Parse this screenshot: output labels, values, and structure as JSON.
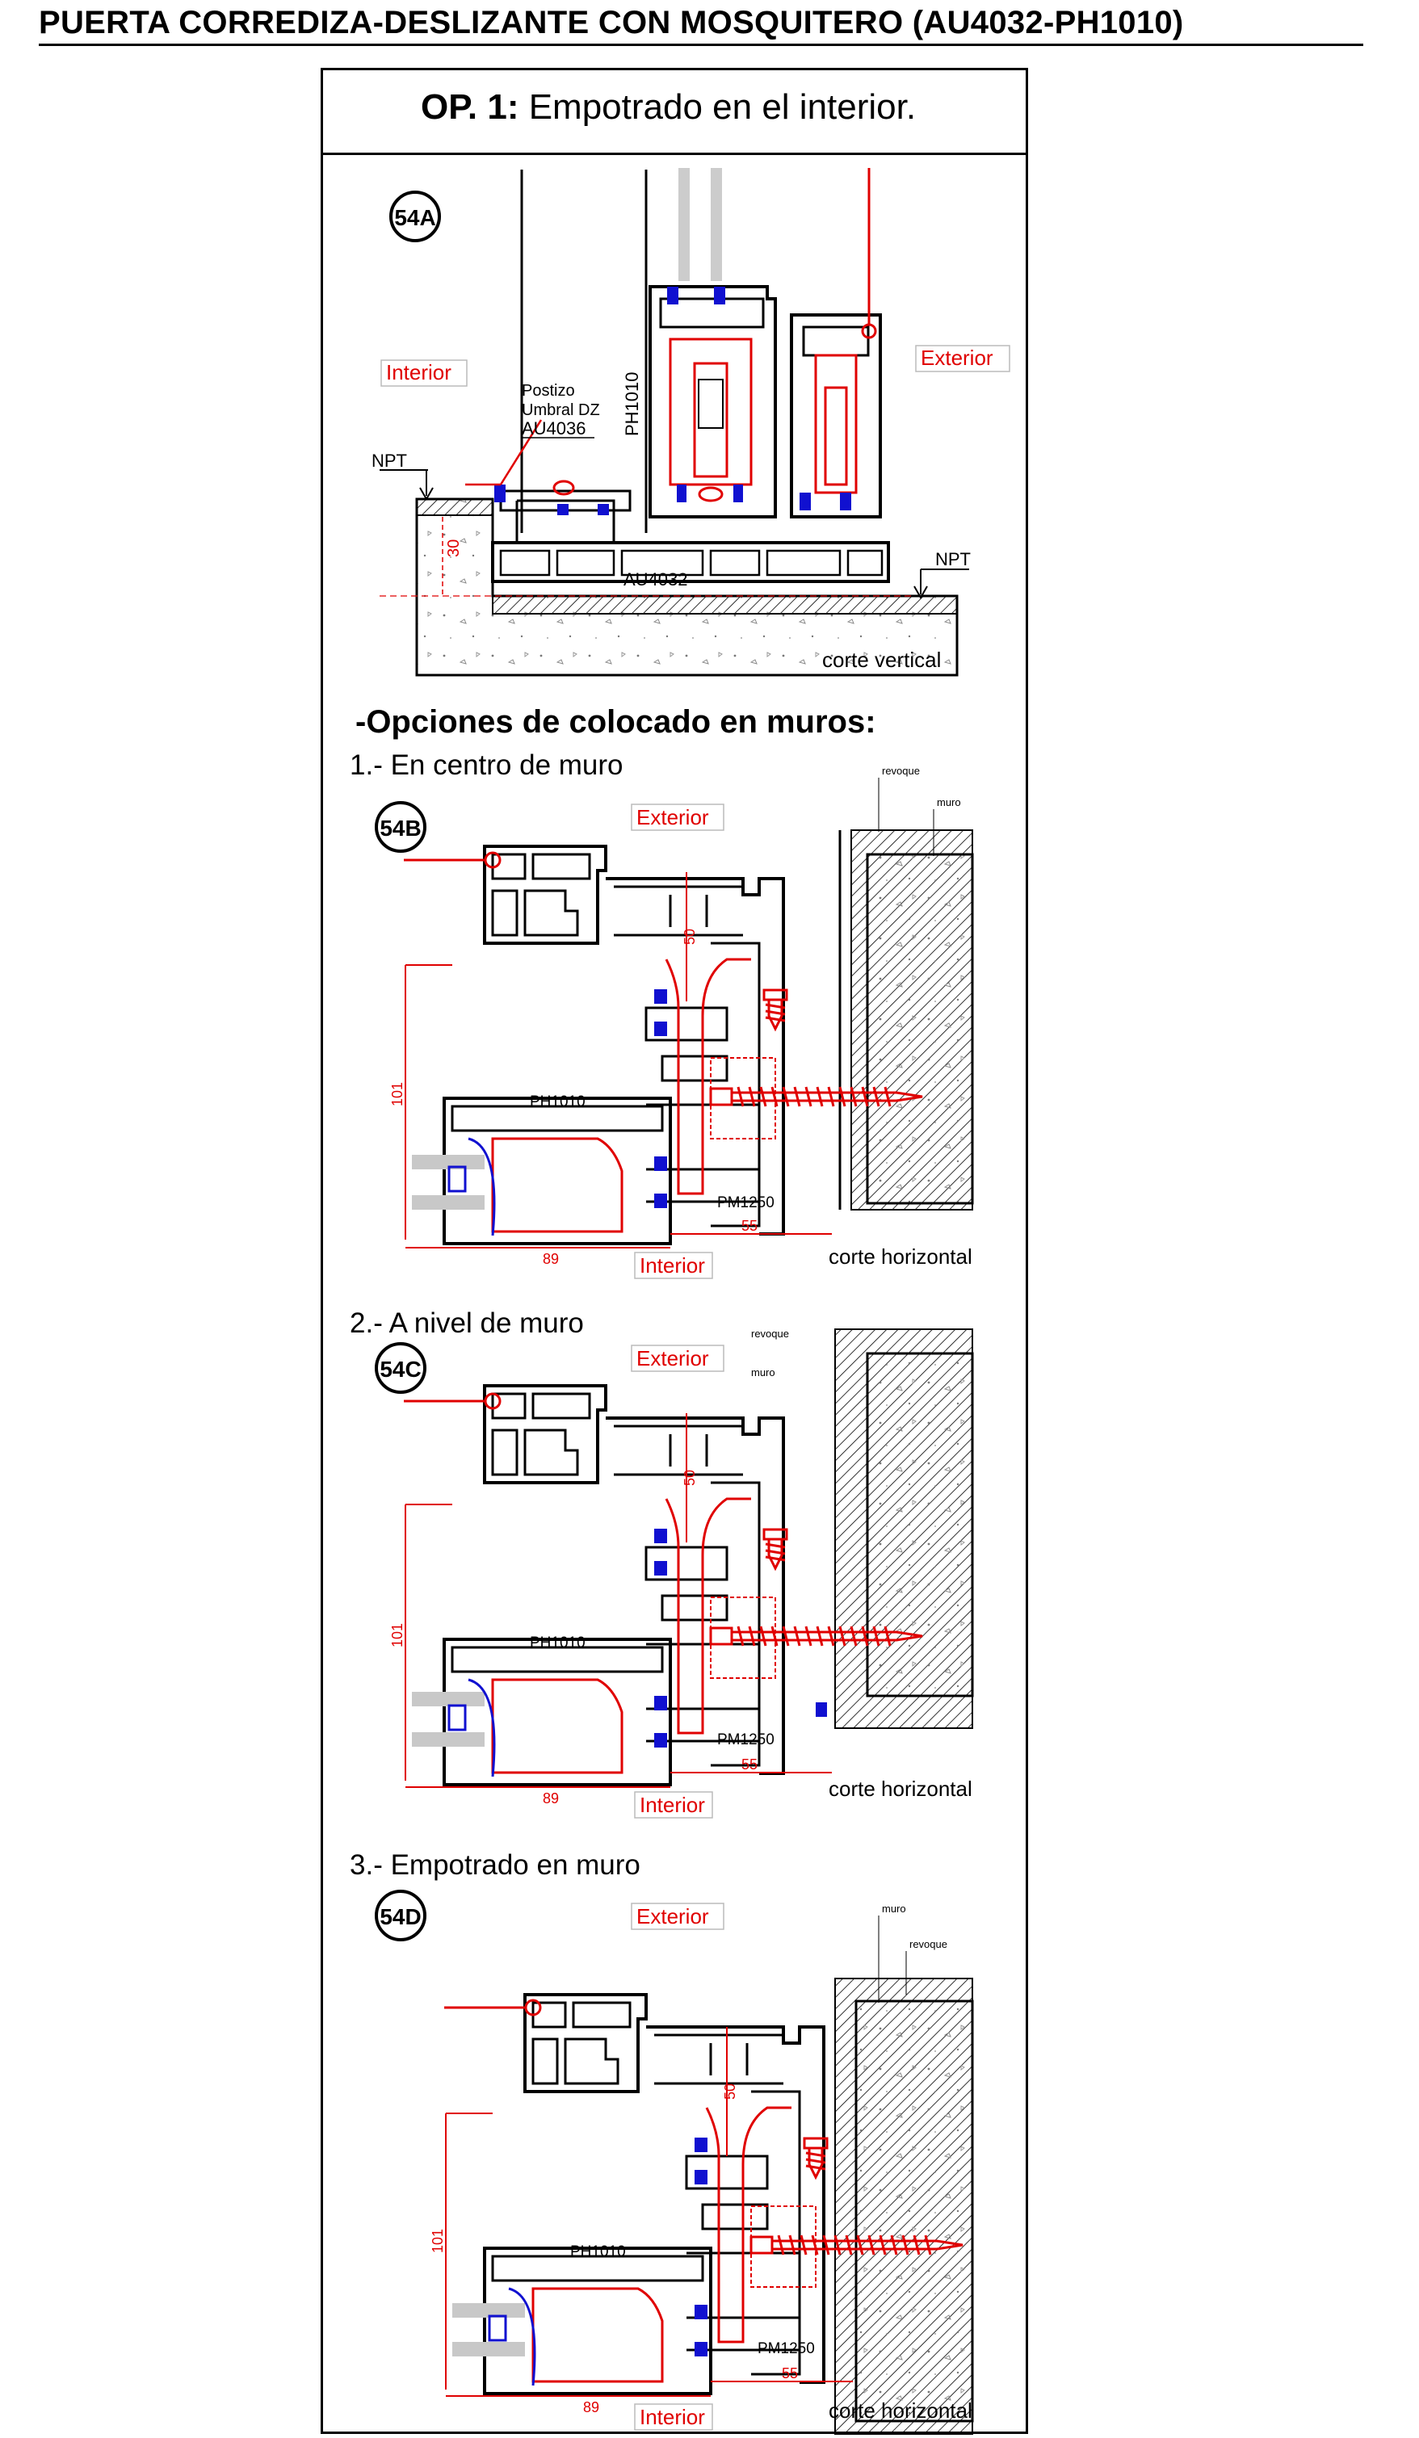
{
  "title": "PUERTA CORREDIZA-DESLIZANTE CON MOSQUITERO (AU4032-PH1010)",
  "option": {
    "prefix": "OP. 1:",
    "text": " Empotrado en el interior."
  },
  "section_54A": {
    "badge": "54A",
    "interior": "Interior",
    "exterior": "Exterior",
    "npt": "NPT",
    "postizo_line1": "Postizo",
    "postizo_line2": "Umbral DZ",
    "postizo_line3": "AU4036",
    "ph": "PH1010",
    "au": "AU4032",
    "dim": "30",
    "cut": "corte vertical"
  },
  "options_heading": "-Opciones de colocado en muros:",
  "variants": [
    {
      "heading": "1.- En centro de muro",
      "badge": "54B",
      "exterior": "Exterior",
      "interior": "Interior",
      "revoque": "revoque",
      "muro": "muro",
      "d50": "50",
      "d101": "101",
      "d89": "89",
      "d55": "55",
      "ph": "PH1010",
      "pm": "PM1250",
      "cut": "corte horizontal"
    },
    {
      "heading": "2.- A nivel de muro",
      "badge": "54C",
      "exterior": "Exterior",
      "interior": "Interior",
      "revoque": "revoque",
      "muro": "muro",
      "d50": "50",
      "d101": "101",
      "d89": "89",
      "d55": "55",
      "ph": "PH1010",
      "pm": "PM1250",
      "cut": "corte horizontal"
    },
    {
      "heading": "3.- Empotrado en muro",
      "badge": "54D",
      "exterior": "Exterior",
      "interior": "Interior",
      "revoque": "revoque",
      "muro": "muro",
      "d50": "50",
      "d101": "101",
      "d89": "89",
      "d55": "55",
      "ph": "PH1010",
      "pm": "PM1250",
      "cut": "corte horizontal"
    }
  ],
  "colors": {
    "red": "#e00000",
    "blue": "#1010d0",
    "gray": "#c8c8c8"
  }
}
